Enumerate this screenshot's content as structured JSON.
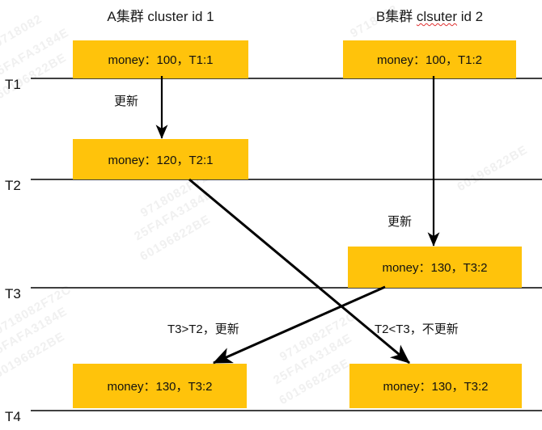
{
  "diagram": {
    "title_left": "A集群 cluster id 1",
    "title_right_prefix": "B集群 ",
    "title_right_typo": "clsuter",
    "title_right_suffix": " id 2",
    "box_color": "#FFC30B",
    "line_color": "#000000",
    "text_color": "#111111"
  },
  "timeline": {
    "labels": [
      "T1",
      "T2",
      "T3",
      "T4"
    ]
  },
  "columns": [
    {
      "id": "cluster-a",
      "header": "A集群 cluster id 1"
    },
    {
      "id": "cluster-b",
      "header": "B集群 clsuter id 2"
    }
  ],
  "states": [
    {
      "id": "a-t1",
      "column": "cluster-a",
      "time": "T1",
      "text": "money：100，T1:1"
    },
    {
      "id": "b-t1",
      "column": "cluster-b",
      "time": "T1",
      "text": "money：100，T1:2"
    },
    {
      "id": "a-t2",
      "column": "cluster-a",
      "time": "T2",
      "text": "money：120，T2:1"
    },
    {
      "id": "b-t3",
      "column": "cluster-b",
      "time": "T3",
      "text": "money：130，T3:2"
    },
    {
      "id": "a-t4",
      "column": "cluster-a",
      "time": "T4",
      "text": "money：130，T3:2"
    },
    {
      "id": "b-t4",
      "column": "cluster-b",
      "time": "T4",
      "text": "money：130，T3:2"
    }
  ],
  "edges": [
    {
      "id": "a-update",
      "label": "更新",
      "from": "a-t1",
      "to": "a-t2"
    },
    {
      "id": "b-update",
      "label": "更新",
      "from": "b-t1",
      "to": "b-t3"
    },
    {
      "id": "a-to-b",
      "label": "T2<T3，不更新",
      "from": "a-t2",
      "to": "b-t4"
    },
    {
      "id": "b-to-a",
      "label": "T3>T2，更新",
      "from": "b-t3",
      "to": "a-t4"
    }
  ],
  "watermarks": [
    "9718082",
    "25FAFA3184E",
    "60196822BE",
    "9718082F72C",
    "25FAFA3184E",
    "60196822BE",
    "9718082F72C",
    "25FAFA3184E",
    "60196822BE",
    "9718082F72C",
    "25FAFA3184E",
    "60196822BE"
  ]
}
